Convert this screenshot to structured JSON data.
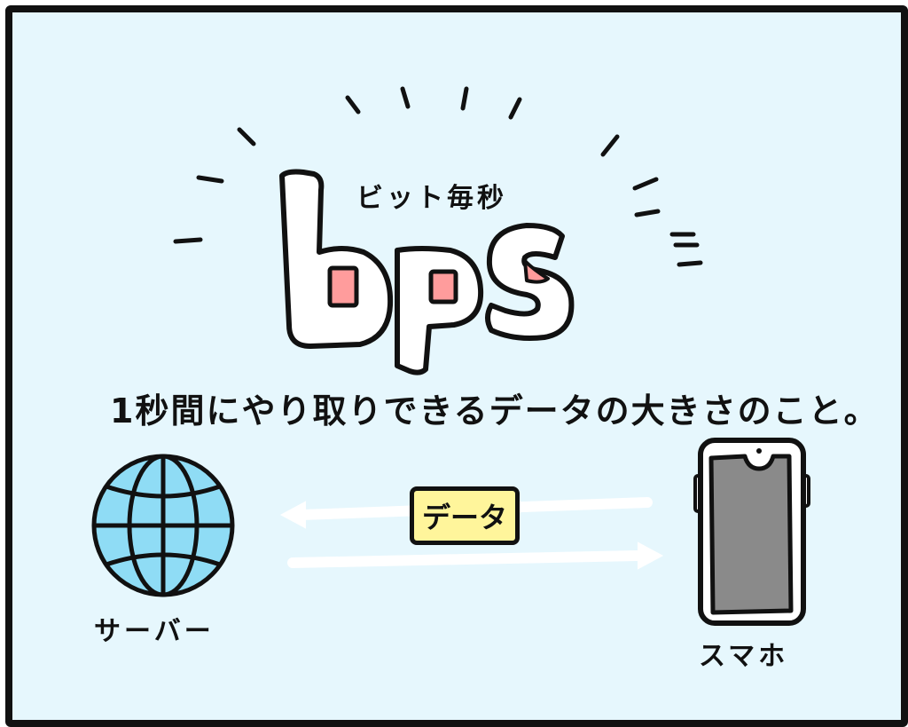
{
  "title": {
    "acronym": "bps",
    "reading": "ビット毎秒"
  },
  "definition": "1秒間にやり取りできるデータの大きさのこと。",
  "diagram": {
    "server_label": "サーバー",
    "phone_label": "スマホ",
    "data_label": "データ"
  },
  "colors": {
    "background": "#e6f7fd",
    "globe": "#8fdcf5",
    "tag": "#fff59b",
    "letter_fill": "#ffffff",
    "letter_hole": "#ff9c9c",
    "phone_screen": "#8a8a8a"
  }
}
